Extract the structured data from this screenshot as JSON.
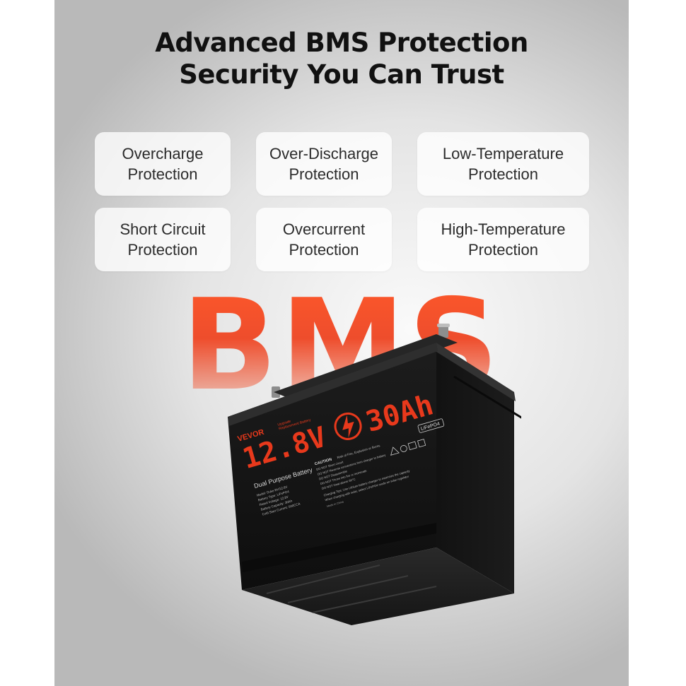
{
  "headline": {
    "line1": "Advanced BMS Protection",
    "line2": "Security You Can Trust"
  },
  "features": [
    {
      "line1": "Overcharge",
      "line2": "Protection"
    },
    {
      "line1": "Over-Discharge",
      "line2": "Protection"
    },
    {
      "line1": "Low-Temperature",
      "line2": "Protection"
    },
    {
      "line1": "Short Circuit",
      "line2": "Protection"
    },
    {
      "line1": "Overcurrent",
      "line2": "Protection"
    },
    {
      "line1": "High-Temperature",
      "line2": "Protection"
    }
  ],
  "background_text": "BMS",
  "battery": {
    "brand": "VEVOR",
    "tagline_top": "Upgrade",
    "tagline_bottom": "Replacement Battery",
    "voltage": "12.8V",
    "capacity": "30Ah",
    "chemistry": "LiFePO4",
    "title": "Dual Purpose Battery",
    "specs": [
      "Model: Duke 8V/12.8V",
      "Battery Type: LiFePO4",
      "Rated Voltage: 12.8V",
      "Battery Capacity: 30Ah",
      "Cold Start Current: 500CCA"
    ],
    "caution_title": "CAUTION",
    "caution_subtitle": "Risk of Fire, Explosion or Burns",
    "cautions": [
      "DO NOT Short circuit",
      "DO NOT Reverse connections from charger to battery",
      "DO NOT Disassemble",
      "DO NOT Throw into fire or incinerate",
      "DO NOT Heat above 60°C"
    ],
    "charging_tips": [
      "Charging Tips: Use Lithium battery charger to maximize the capacity",
      "When charging with solar, select LiFePO4 mode on solar regulator"
    ],
    "made_in": "Made in China"
  },
  "colors": {
    "accent": "#ee4d2c",
    "battery_body": "#141414",
    "label_red": "#e8391c",
    "text_dark": "#111111"
  },
  "icons": [
    "lightning-bolt-icon",
    "warning-icon",
    "recycle-icon",
    "fcc-icon",
    "ce-icon"
  ]
}
